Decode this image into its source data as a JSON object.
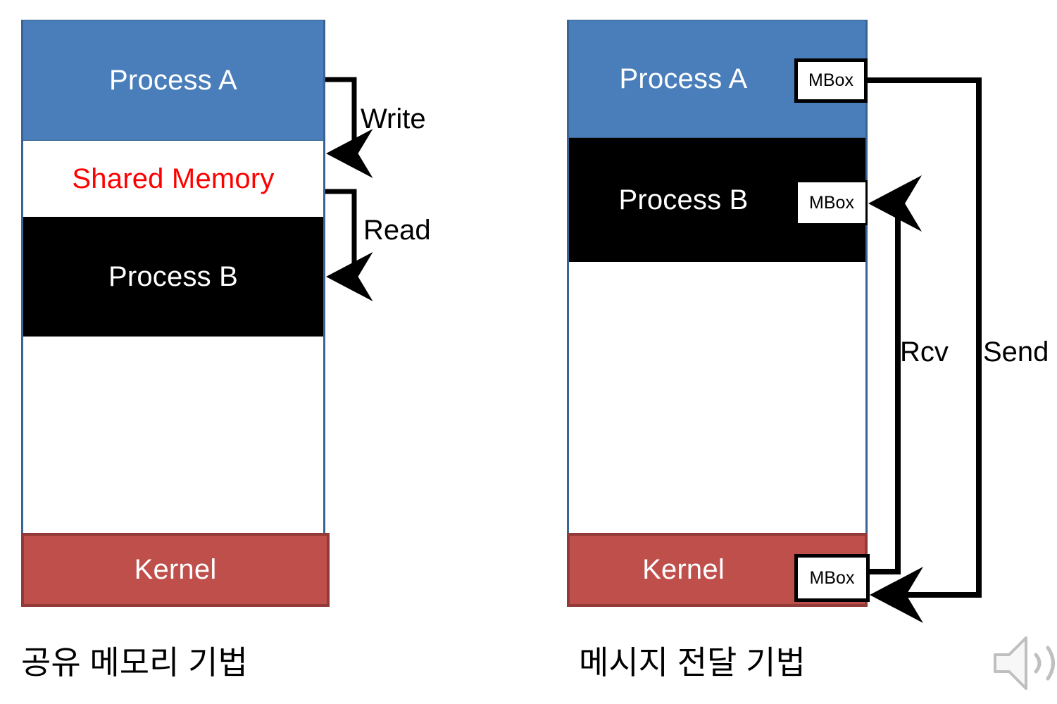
{
  "slide": {
    "background_color": "#ffffff",
    "palette": {
      "process_a_blue": "#4a7ebb",
      "process_a_border": "#3b6394",
      "process_b_black": "#000000",
      "kernel_red": "#bf4f4b",
      "kernel_border": "#913a37",
      "shared_memory_text": "#ff0000",
      "arrow_black": "#000000",
      "speaker_gray": "#bfbfbf"
    }
  },
  "left_diagram": {
    "caption": "공유 메모리 기법",
    "blocks": [
      {
        "label": "Process A",
        "kind": "process-a"
      },
      {
        "label": "Shared Memory",
        "kind": "shared-memory"
      },
      {
        "label": "Process B",
        "kind": "process-b"
      },
      {
        "label": "",
        "kind": "empty"
      },
      {
        "label": "Kernel",
        "kind": "kernel"
      }
    ],
    "arrows": [
      {
        "label": "Write",
        "from": "Process A",
        "to": "Shared Memory"
      },
      {
        "label": "Read",
        "from": "Shared Memory",
        "to": "Process B"
      }
    ]
  },
  "right_diagram": {
    "caption": "메시지 전달 기법",
    "blocks": [
      {
        "label": "Process A",
        "kind": "process-a"
      },
      {
        "label": "Process B",
        "kind": "process-b"
      },
      {
        "label": "",
        "kind": "empty"
      },
      {
        "label": "Kernel",
        "kind": "kernel"
      }
    ],
    "mailboxes": [
      {
        "label": "MBox",
        "owner": "Process A"
      },
      {
        "label": "MBox",
        "owner": "Process B"
      },
      {
        "label": "MBox",
        "owner": "Kernel"
      }
    ],
    "arrows": [
      {
        "label": "Rcv",
        "from": "Kernel MBox",
        "to": "Process B MBox"
      },
      {
        "label": "Send",
        "from": "Process A MBox",
        "to": "Kernel MBox"
      }
    ]
  },
  "decorations": {
    "speaker_icon": "speaker-icon"
  }
}
